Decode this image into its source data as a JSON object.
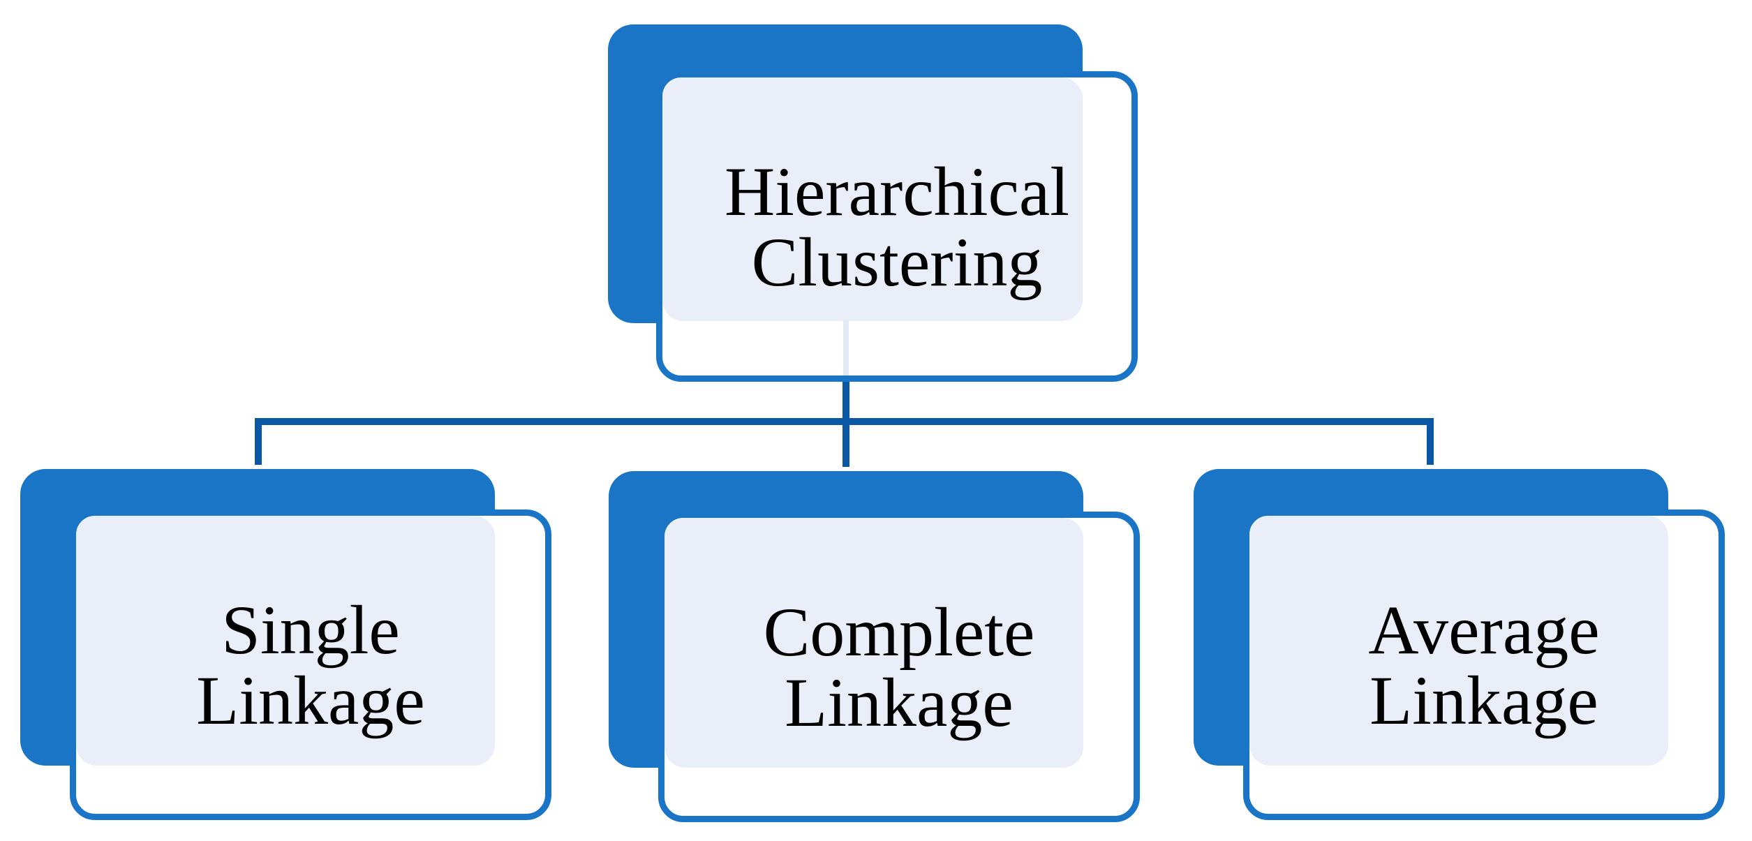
{
  "diagram_title": "Hierarchical Clustering",
  "nodes": {
    "root": {
      "label": "Hierarchical\nClustering"
    },
    "children": [
      {
        "label": "Single\nLinkage"
      },
      {
        "label": "Complete\nLinkage"
      },
      {
        "label": "Average\nLinkage"
      }
    ]
  },
  "colors": {
    "shape_blue": "#1B75C7",
    "connector_blue": "#0A57A5",
    "panel_fill": "#E9EEF8",
    "root_connector_stub": "#E3EAF5",
    "background": "#FFFFFF",
    "text": "#000000"
  }
}
